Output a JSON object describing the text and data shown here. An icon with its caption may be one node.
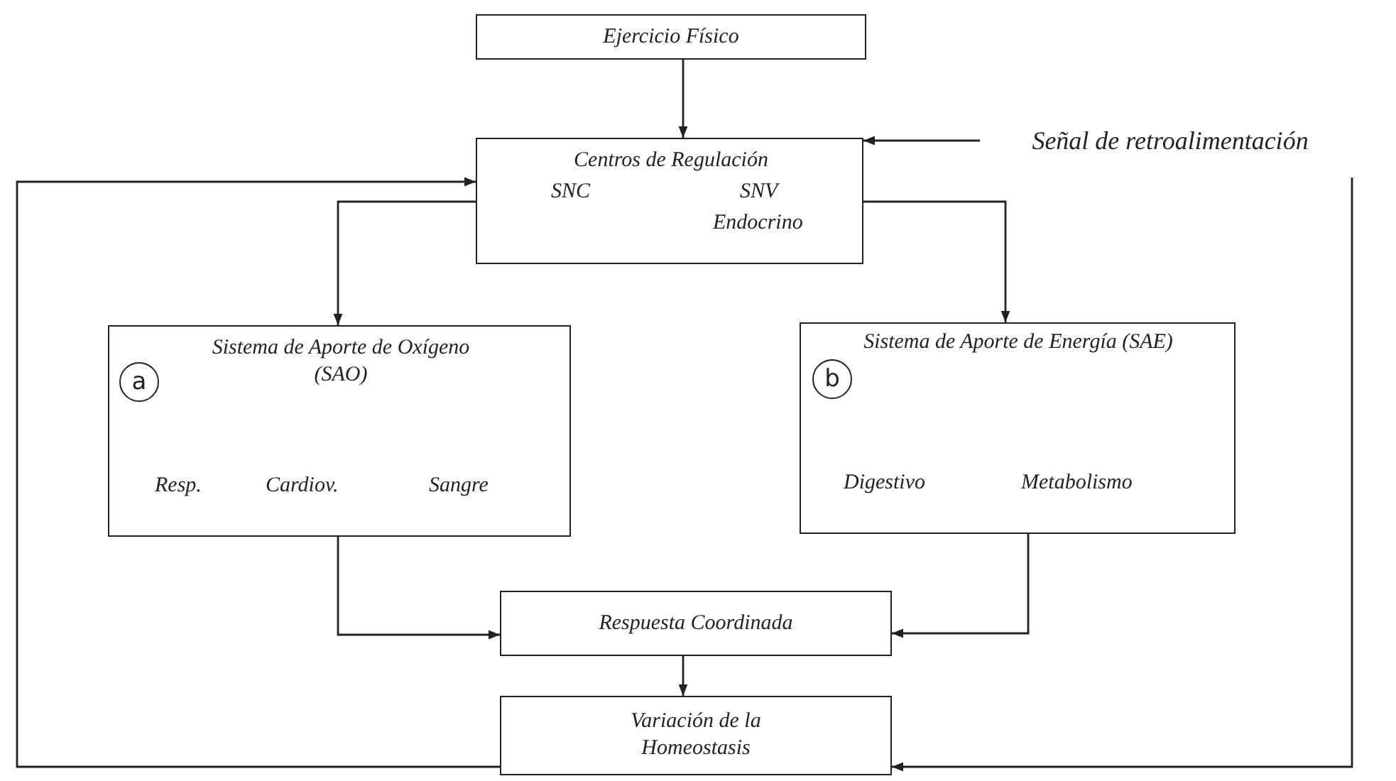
{
  "diagram": {
    "nodes": [
      {
        "text": [
          "Ejercicio Físico"
        ]
      },
      {
        "text": [
          "Centros de Regulación",
          "SNC",
          "SNV",
          "Endocrino"
        ]
      },
      {
        "text": [
          "Señal de retroalimentación"
        ]
      },
      {
        "text": [
          "Sistema de Aporte de Oxígeno (SAO)",
          "Resp.",
          "Cardiov.",
          "Sangre"
        ]
      },
      {
        "text": [
          "Sistema de Aporte de Energía (SAE)",
          "Digestivo",
          "Metabolismo"
        ]
      },
      {
        "text": [
          "Respuesta Coordinada"
        ]
      },
      {
        "text": [
          "Variación de la Homeostasis"
        ]
      }
    ],
    "edges": [
      {
        "from": 0,
        "to": 1,
        "arrow": "to"
      },
      {
        "from": 2,
        "to": 1,
        "arrow": "to"
      },
      {
        "from": 1,
        "to": 3,
        "arrow": "to"
      },
      {
        "from": 1,
        "to": 4,
        "arrow": "to"
      },
      {
        "from": 3,
        "to": 5,
        "arrow": "to"
      },
      {
        "from": 4,
        "to": 5,
        "arrow": "to"
      },
      {
        "from": 5,
        "to": 6,
        "arrow": "to"
      },
      {
        "from": 6,
        "to": 1,
        "arrow": "to"
      },
      {
        "from": null,
        "to": 6,
        "arrow": "to"
      }
    ],
    "labels": [
      "a",
      "b"
    ]
  }
}
